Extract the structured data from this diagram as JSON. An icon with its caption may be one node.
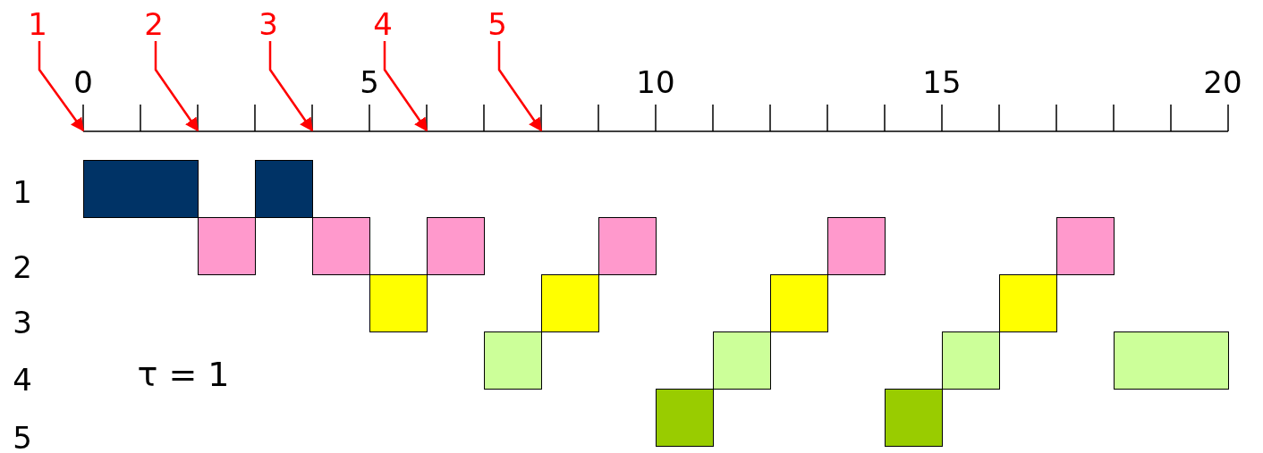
{
  "diagram": {
    "nodes": [
      {
        "text": [
          "1"
        ]
      },
      {
        "text": [
          "2"
        ]
      },
      {
        "text": [
          "3"
        ]
      },
      {
        "text": [
          "4"
        ]
      },
      {
        "text": [
          "5"
        ]
      },
      {
        "text": [],
        "shape": "picture"
      },
      {
        "text": [],
        "shape": "box"
      },
      {
        "text": [],
        "shape": "box"
      },
      {
        "text": [],
        "shape": "box"
      },
      {
        "text": [],
        "shape": "box"
      },
      {
        "text": [],
        "shape": "box"
      },
      {
        "text": [],
        "shape": "box"
      },
      {
        "text": [],
        "shape": "box"
      },
      {
        "text": [],
        "shape": "box"
      },
      {
        "text": [],
        "shape": "box"
      },
      {
        "text": [],
        "shape": "box"
      },
      {
        "text": [],
        "shape": "box"
      },
      {
        "text": [],
        "shape": "box"
      },
      {
        "text": [],
        "shape": "box"
      },
      {
        "text": [],
        "shape": "box"
      },
      {
        "text": [],
        "shape": "box"
      },
      {
        "text": [],
        "shape": "box"
      },
      {
        "text": [],
        "shape": "box"
      },
      {
        "text": [],
        "shape": "box"
      }
    ],
    "edges": [
      {
        "from": 0,
        "to": 5,
        "arrow": "to"
      },
      {
        "from": 1,
        "to": 5,
        "arrow": "to"
      },
      {
        "from": 2,
        "to": 5,
        "arrow": "to"
      },
      {
        "from": 3,
        "to": 5,
        "arrow": "to"
      },
      {
        "from": 4,
        "to": 5,
        "arrow": "to"
      }
    ],
    "labels": [
      "0",
      "5",
      "10",
      "15",
      "20",
      "1",
      "2",
      "3",
      "4",
      "5",
      "τ = 1"
    ]
  }
}
